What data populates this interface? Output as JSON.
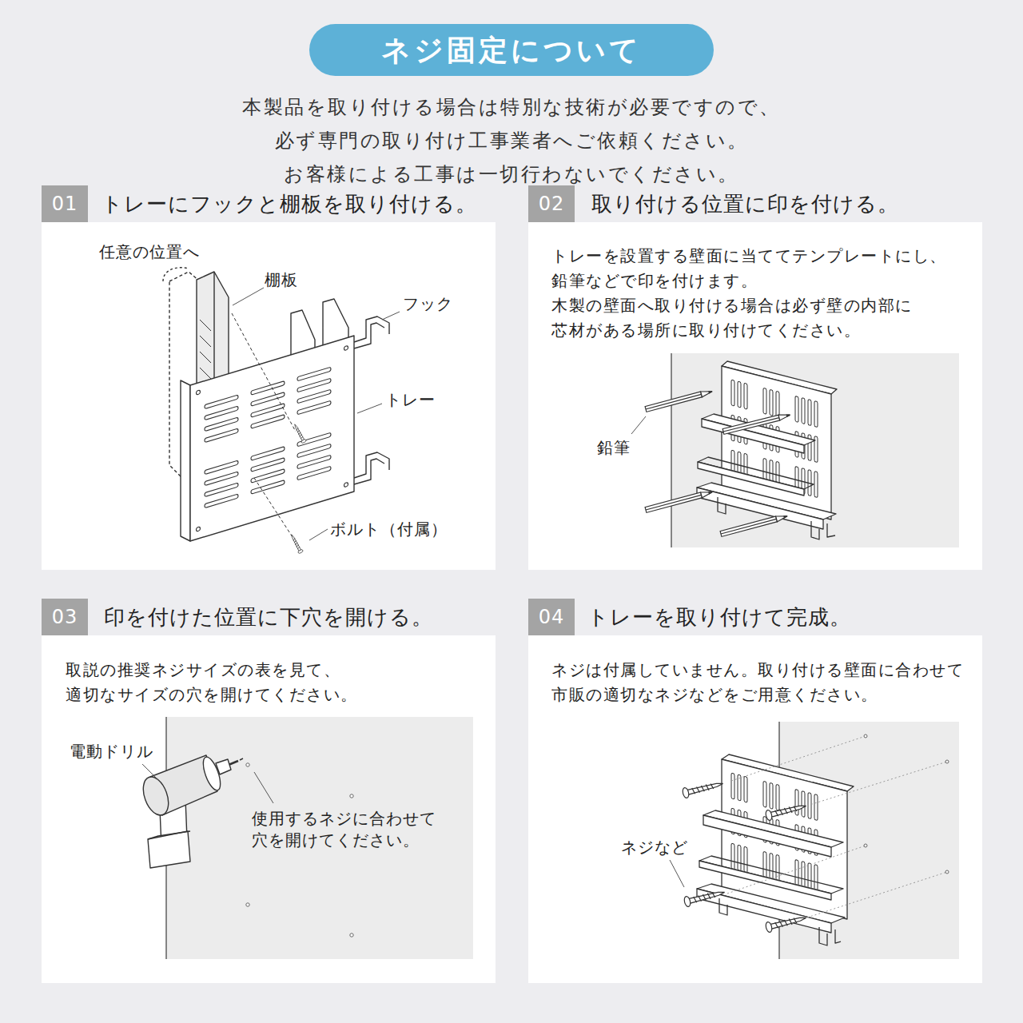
{
  "diagram": {
    "title": "ネジ固定について",
    "nodes": [
      {
        "text": [
          "トレーにフックと棚板を取り付ける。"
        ]
      },
      {
        "text": [
          "取り付ける位置に印を付ける。",
          "トレーを設置する壁面に当ててテンプレートにし、 鉛筆などで印を付けます。 木製の壁面へ取り付ける場合は必ず壁の内部に 芯材がある場所に取り付けてください。"
        ]
      },
      {
        "text": [
          "印を付けた位置に下穴を開ける。",
          "取説の推奨ネジサイズの表を見て、 適切なサイズの穴を開けてください。"
        ]
      },
      {
        "text": [
          "トレーを取り付けて完成。",
          "ネジは付属していません。取り付ける壁面に合わせて 市販の適切なネジなどをご用意ください。"
        ]
      }
    ],
    "labels": [
      "本製品を取り付ける場合は特別な技術が必要ですので、 必ず専門の取り付け工事業者へご依頼ください。お客様による工事は一切行わないでください。",
      "01",
      "02",
      "03",
      "04",
      "任意の位置へ",
      "棚板",
      "フック",
      "トレー",
      "ボルト（付属）",
      "鉛筆",
      "電動ドリル",
      "使用するネジに合わせて 穴を開けてください。",
      "ネジなど"
    ]
  }
}
